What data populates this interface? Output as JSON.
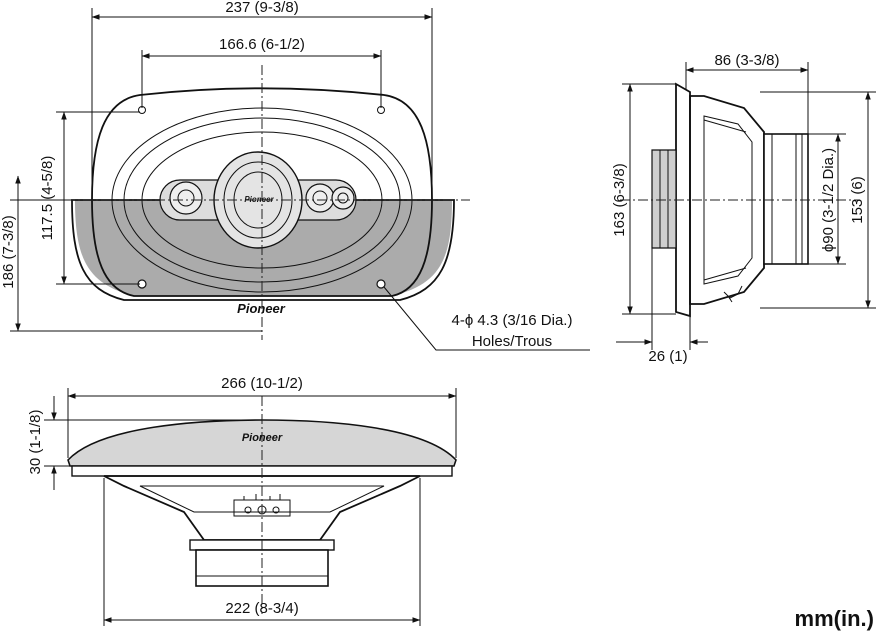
{
  "units": "mm(in.)",
  "brand_logo": "Pioneer",
  "front_view": {
    "width_outer": "237 (9-3/8)",
    "width_holes": "166.6 (6-1/2)",
    "height_holes": "117.5 (4-5/8)",
    "height_outer": "186 (7-3/8)",
    "hole_callout_line1": "4-ϕ 4.3 (3/16 Dia.)",
    "hole_callout_line2": "Holes/Trous"
  },
  "side_view": {
    "depth_mount": "86 (3-3/8)",
    "height_frame": "163 (6-3/8)",
    "magnet_dia": "ϕ90 (3-1/2 Dia.)",
    "height_cutout": "153 (6)",
    "flange_depth": "26 (1)"
  },
  "bottom_view": {
    "width_grille": "266 (10-1/2)",
    "height_grille": "30 (1-1/8)",
    "width_basket": "222 (8-3/4)"
  }
}
